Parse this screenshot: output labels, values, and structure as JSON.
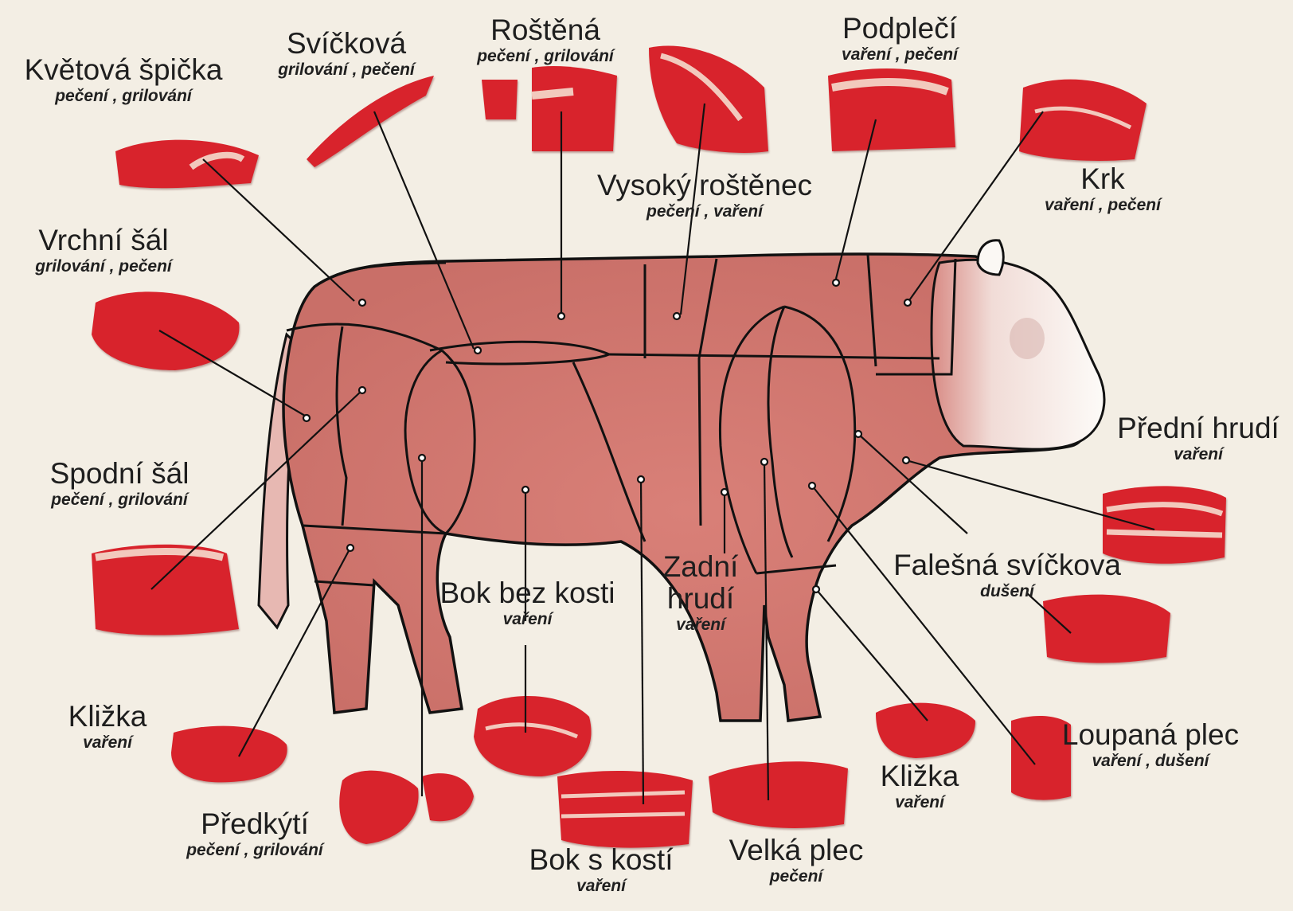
{
  "colors": {
    "background": "#f3eee4",
    "meat": "#d8232c",
    "meat_dark": "#a3141c",
    "fat": "#f2c9bd",
    "cow_body": "#d9877f",
    "head": "#fbf8f4",
    "outline": "#111111"
  },
  "cuts": [
    {
      "name": "Květová špička",
      "methods": "pečení , grilování"
    },
    {
      "name": "Svíčková",
      "methods": "grilování , pečení"
    },
    {
      "name": "Roštěná",
      "methods": "pečení , grilování"
    },
    {
      "name": "Podplečí",
      "methods": "vaření , pečení"
    },
    {
      "name": "Krk",
      "methods": "vaření , pečení"
    },
    {
      "name": "Vysoký roštěnec",
      "methods": "pečení , vaření"
    },
    {
      "name": "Vrchní šál",
      "methods": "grilování , pečení"
    },
    {
      "name": "Spodní šál",
      "methods": "pečení , grilování"
    },
    {
      "name": "Přední hrudí",
      "methods": "vaření"
    },
    {
      "name": "Falešná svíčkova",
      "methods": "dušení"
    },
    {
      "name": "Zadní hrudí",
      "methods": "vaření"
    },
    {
      "name": "Bok bez kosti",
      "methods": "vaření"
    },
    {
      "name": "Kližka",
      "methods": "vaření"
    },
    {
      "name": "Předkýtí",
      "methods": "pečení , grilování"
    },
    {
      "name": "Bok s kostí",
      "methods": "vaření"
    },
    {
      "name": "Velká plec",
      "methods": "pečení"
    },
    {
      "name": "Kližka",
      "methods": "vaření"
    },
    {
      "name": "Loupaná plec",
      "methods": "vaření , dušení"
    }
  ]
}
